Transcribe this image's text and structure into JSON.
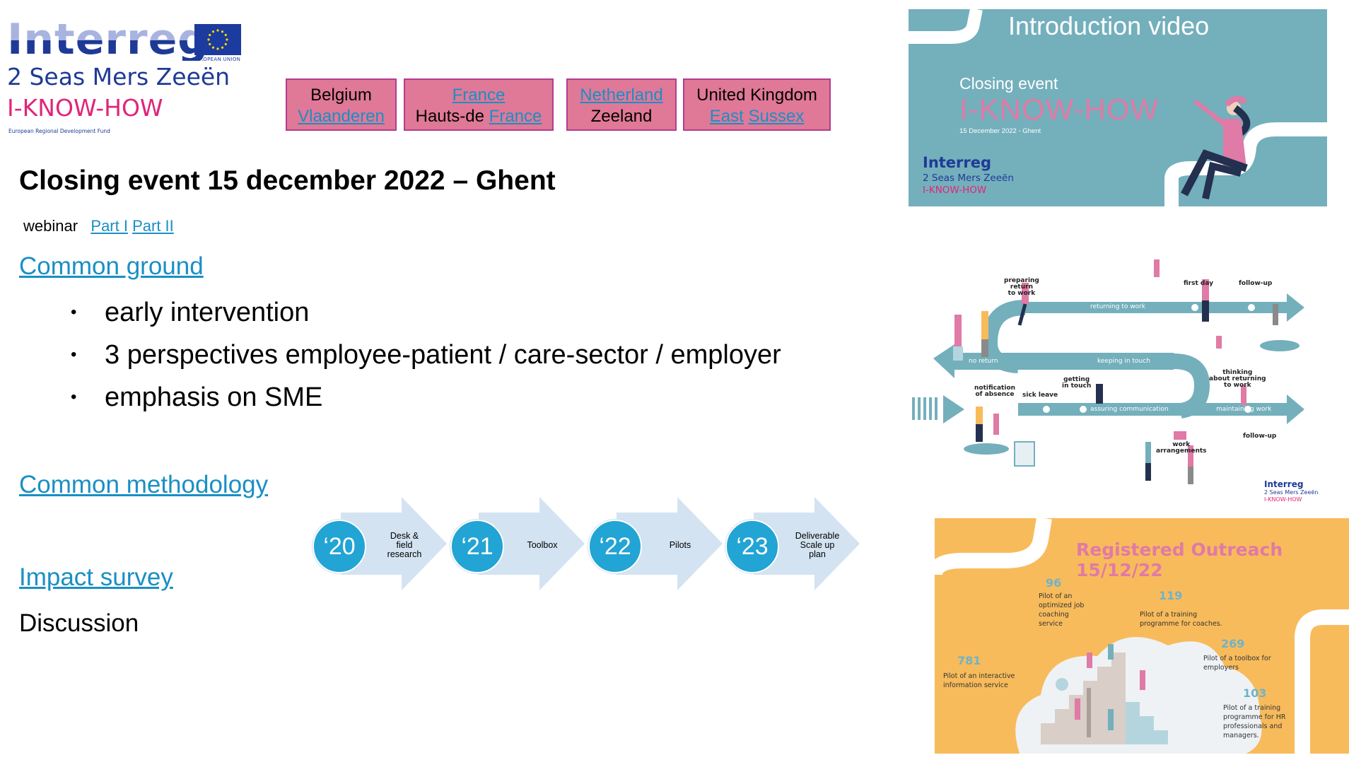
{
  "logo": {
    "brand": "Interreg",
    "eu_label": "EUROPEAN UNION",
    "programme": "2 Seas Mers Zeeën",
    "project": "I-KNOW-HOW",
    "fund": "European Regional Development Fund"
  },
  "regions": [
    {
      "line1": "Belgium",
      "line1_link": false,
      "line2_prefix": "",
      "line2": "Vlaanderen",
      "line2_link": true
    },
    {
      "line1": "France",
      "line1_link": true,
      "line2_prefix": "Hauts-de ",
      "line2": "France",
      "line2_link": true
    },
    {
      "line1": "Netherland",
      "line1_link": true,
      "line2_prefix": "",
      "line2": "Zeeland",
      "line2_link": false
    },
    {
      "line1": "United Kingdom",
      "line1_link": false,
      "line2_prefix": "",
      "line2a": "East",
      "line2": "Sussex",
      "line2_link": true
    }
  ],
  "main": {
    "title": "Closing event 15 december 2022 – Ghent",
    "webinar_label": "webinar",
    "webinar_links": [
      "Part I",
      "Part II"
    ],
    "common_ground": "Common ground",
    "bullets": [
      "early intervention",
      "3 perspectives employee-patient / care-sector / employer",
      "emphasis on SME"
    ],
    "common_methodology": "Common methodology",
    "impact_survey": "Impact survey",
    "discussion": "Discussion"
  },
  "timeline": [
    {
      "year": "‘20",
      "lines": [
        "Desk  &",
        "field",
        "research"
      ]
    },
    {
      "year": "‘21",
      "lines": [
        "Toolbox"
      ]
    },
    {
      "year": "‘22",
      "lines": [
        "Pilots"
      ]
    },
    {
      "year": "‘23",
      "lines": [
        "Deliverable",
        "Scale up",
        "plan"
      ]
    }
  ],
  "video": {
    "heading": "Introduction video",
    "closing": "Closing event",
    "project": "I-KNOW-HOW",
    "date": "15 December 2022 - Ghent",
    "logo_brand": "Interreg",
    "logo_programme": "2 Seas Mers Zeeën",
    "logo_project": "I-KNOW-HOW"
  },
  "return_to_work": {
    "labels": {
      "preparing": "preparing\nreturn\nto work",
      "returning": "returning to work",
      "first_day": "first day",
      "follow_up_top": "follow-up",
      "no_return": "no return",
      "keeping": "keeping in touch",
      "thinking": "thinking\nabout returning\nto work",
      "notification": "notification\nof absence",
      "sick_leave": "sick leave",
      "getting": "getting\nin touch",
      "assuring": "assuring communication",
      "maintaining": "maintaining work",
      "follow_up_bottom": "follow-up",
      "work_arrangements": "work\narrangements"
    },
    "mini_logo": {
      "brand": "Interreg",
      "programme": "2 Seas Mers Zeeën",
      "project": "I-KNOW-HOW"
    }
  },
  "outreach": {
    "title": "Registered Outreach 15/12/22",
    "items": [
      {
        "value": "96",
        "desc": "Pilot of an optimized job coaching service"
      },
      {
        "value": "119",
        "desc": "Pilot of a training programme for coaches."
      },
      {
        "value": "269",
        "desc": "Pilot of a toolbox for employers"
      },
      {
        "value": "781",
        "desc": "Pilot of an interactive information service"
      },
      {
        "value": "103",
        "desc": "Pilot of a training programme for HR professionals and managers."
      }
    ]
  },
  "colors": {
    "link": "#1a8fc4",
    "region_box": "#e07898",
    "region_border": "#b23d8e",
    "timeline_circle": "#22a4d4",
    "timeline_arrow": "#d3e3f1",
    "video_bg": "#74afbc",
    "outreach_bg": "#f8bb5b",
    "pink": "#e0257a"
  }
}
